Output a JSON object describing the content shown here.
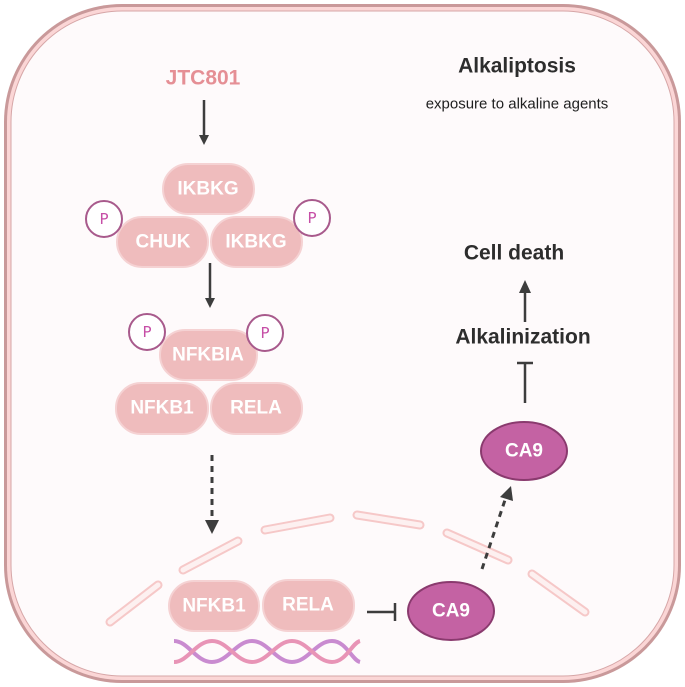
{
  "title": "Alkaliptosis",
  "subtitle": "exposure to alkaline agents",
  "drug": "JTC801",
  "colors": {
    "membrane_outer": "#c9999a",
    "membrane_inner": "#fbd6d6",
    "cytoplasm": "#fefafb",
    "protein_fill": "#efbcbd",
    "protein_stroke": "#f5d2d3",
    "ca9_fill": "#c462a3",
    "ca9_stroke": "#8a3a6e",
    "phospho_stroke": "#a85a8c",
    "phospho_text": "#c64ea6",
    "arrow": "#3d3d3d",
    "nucleus_dash": "#fbd9d9",
    "dna_a": "#c98bd0",
    "dna_b": "#e894b6"
  },
  "complex_ikk": {
    "proteins": [
      "IKBKG",
      "CHUK",
      "IKBKG"
    ],
    "phospho_label": "P"
  },
  "complex_nfkb_cyto": {
    "proteins": [
      "NFKBIA",
      "NFKB1",
      "RELA"
    ],
    "phospho_label": "P"
  },
  "complex_nfkb_nuclear": {
    "proteins": [
      "NFKB1",
      "RELA"
    ]
  },
  "ca9_nuclear": "CA9",
  "ca9_cyto": "CA9",
  "outcomes": {
    "alkalinization": "Alkalinization",
    "cell_death": "Cell death"
  },
  "edges": [
    {
      "from": "JTC801",
      "to": "IKK complex",
      "type": "activation"
    },
    {
      "from": "IKK complex",
      "to": "NFKBIA/NFKB1/RELA",
      "type": "activation"
    },
    {
      "from": "NFKBIA/NFKB1/RELA",
      "to": "nuclear NFKB1/RELA",
      "type": "translocation (dashed)"
    },
    {
      "from": "nuclear NFKB1/RELA",
      "to": "CA9 (gene)",
      "type": "inhibition"
    },
    {
      "from": "CA9 (gene)",
      "to": "CA9 (protein)",
      "type": "expression (dashed)"
    },
    {
      "from": "CA9 (protein)",
      "to": "Alkalinization",
      "type": "inhibition"
    },
    {
      "from": "Alkalinization",
      "to": "Cell death",
      "type": "activation"
    }
  ]
}
